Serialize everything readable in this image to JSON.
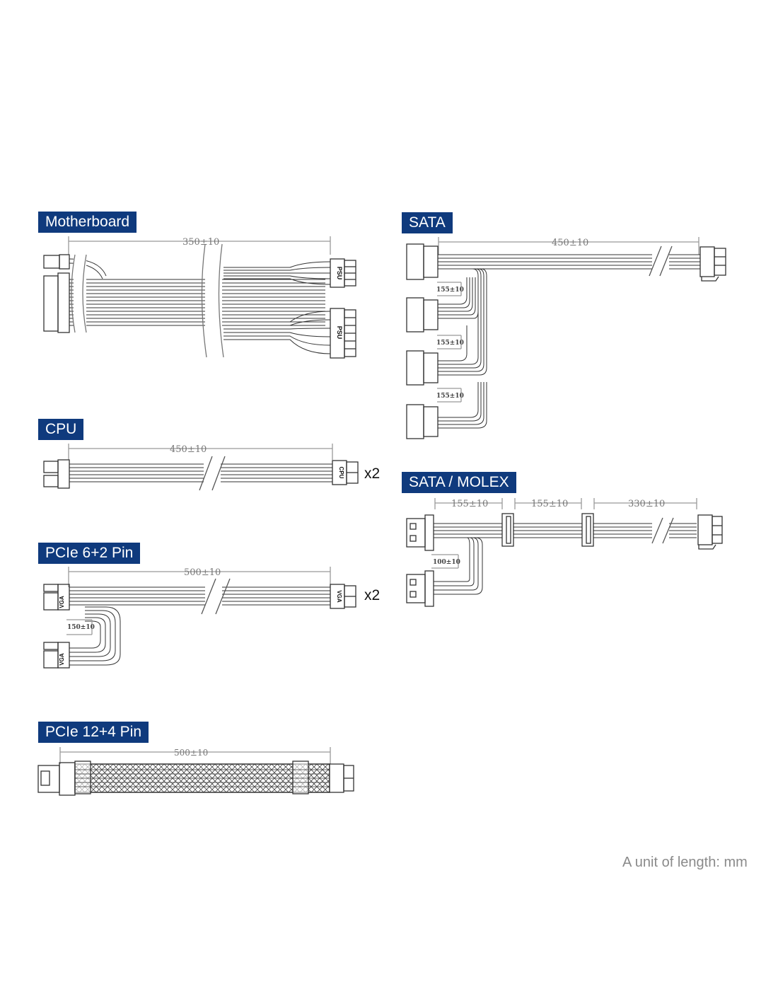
{
  "sections": {
    "motherboard": {
      "title": "Motherboard",
      "length": "350±10",
      "connectors": [
        "PSU",
        "PSU"
      ]
    },
    "cpu": {
      "title": "CPU",
      "length": "450±10",
      "connector": "CPU",
      "multiplier": "x2"
    },
    "pcie62": {
      "title": "PCIe 6+2 Pin",
      "length": "500±10",
      "branch_length": "150±10",
      "connector": "VGA",
      "multiplier": "x2"
    },
    "pcie124": {
      "title": "PCIe 12+4 Pin",
      "length": "500±10"
    },
    "sata": {
      "title": "SATA",
      "length": "450±10",
      "branch_lengths": [
        "155±10",
        "155±10",
        "155±10"
      ]
    },
    "sata_molex": {
      "title": "SATA / MOLEX",
      "lengths": [
        "155±10",
        "155±10",
        "330±10"
      ],
      "branch_length": "100±10"
    }
  },
  "unit_note": "A unit of length: mm",
  "colors": {
    "label_bg": "#0f3a7d",
    "label_text": "#ffffff",
    "line": "#333333",
    "note": "#8a8a8a"
  }
}
